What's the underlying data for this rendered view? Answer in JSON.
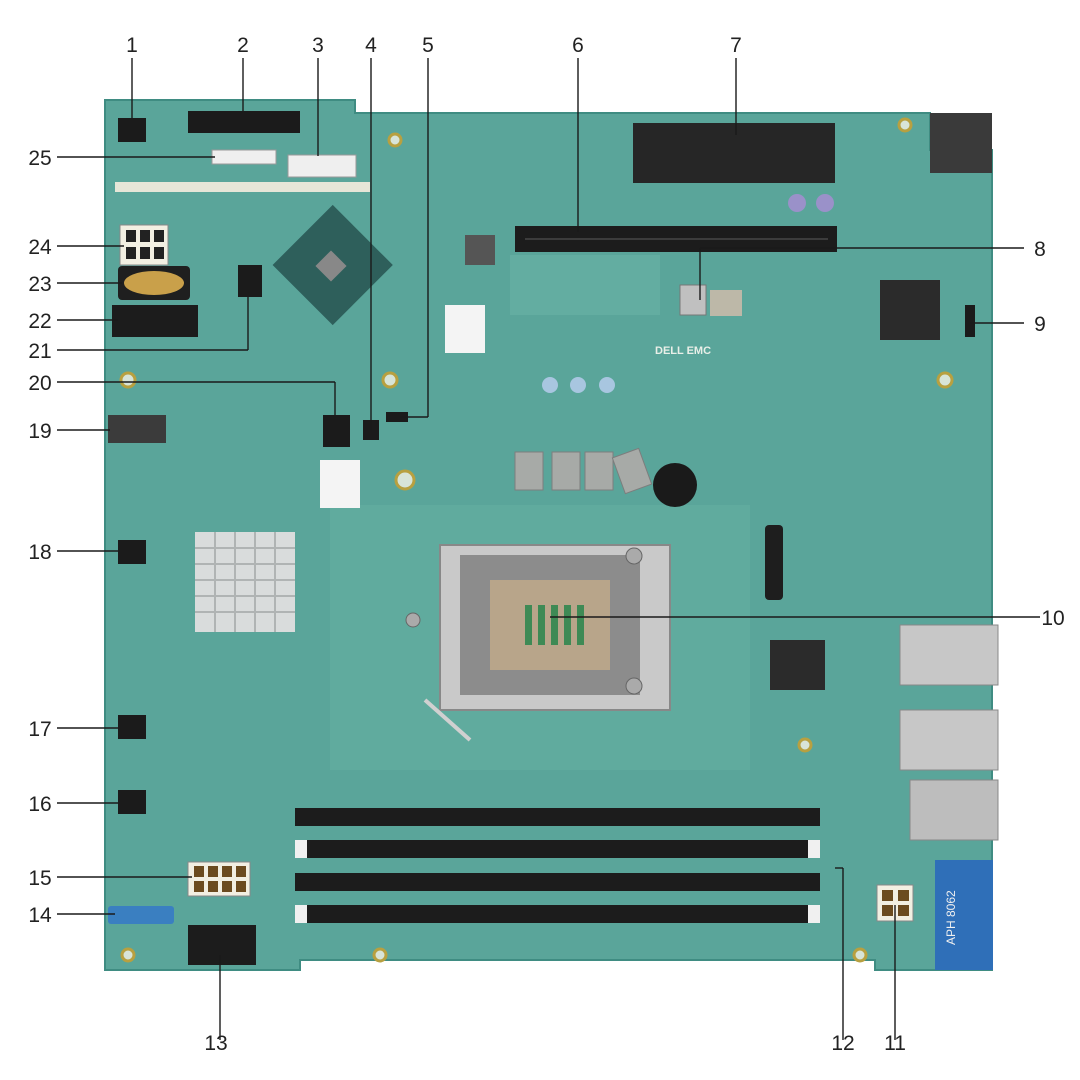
{
  "callouts": [
    {
      "id": "1",
      "label": "1"
    },
    {
      "id": "2",
      "label": "2"
    },
    {
      "id": "3",
      "label": "3"
    },
    {
      "id": "4",
      "label": "4"
    },
    {
      "id": "5",
      "label": "5"
    },
    {
      "id": "6",
      "label": "6"
    },
    {
      "id": "7",
      "label": "7"
    },
    {
      "id": "8",
      "label": "8"
    },
    {
      "id": "9",
      "label": "9"
    },
    {
      "id": "10",
      "label": "10"
    },
    {
      "id": "11",
      "label": "11"
    },
    {
      "id": "12",
      "label": "12"
    },
    {
      "id": "13",
      "label": "13"
    },
    {
      "id": "14",
      "label": "14"
    },
    {
      "id": "15",
      "label": "15"
    },
    {
      "id": "16",
      "label": "16"
    },
    {
      "id": "17",
      "label": "17"
    },
    {
      "id": "18",
      "label": "18"
    },
    {
      "id": "19",
      "label": "19"
    },
    {
      "id": "20",
      "label": "20"
    },
    {
      "id": "21",
      "label": "21"
    },
    {
      "id": "22",
      "label": "22"
    },
    {
      "id": "23",
      "label": "23"
    },
    {
      "id": "24",
      "label": "24"
    },
    {
      "id": "25",
      "label": "25"
    }
  ],
  "board_marks": {
    "brand": "DELL EMC",
    "serial_chip": "APH 8062"
  },
  "colors": {
    "pcb": "#5aa59a",
    "pcb_dark": "#3f8c82",
    "slot": "#1c1c1c",
    "socket_metal": "#c9c9c9",
    "sata_blue": "#3a7fc1",
    "vga_blue": "#2f6fb8"
  }
}
